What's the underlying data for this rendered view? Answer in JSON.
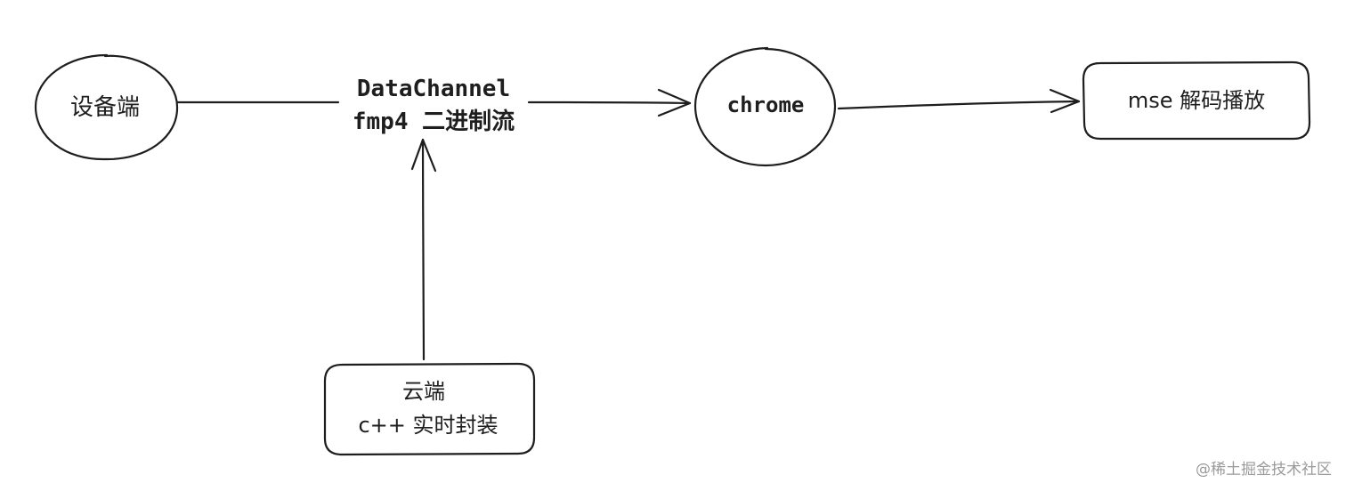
{
  "nodes": {
    "device": {
      "label": "设备端"
    },
    "channel": {
      "line1": "DataChannel",
      "line2": "fmp4 二进制流"
    },
    "chrome": {
      "label": "chrome"
    },
    "mse": {
      "label": "mse 解码播放"
    },
    "cloud": {
      "line1": "云端",
      "line2": "c++ 实时封装"
    }
  },
  "watermark": "@稀土掘金技术社区"
}
